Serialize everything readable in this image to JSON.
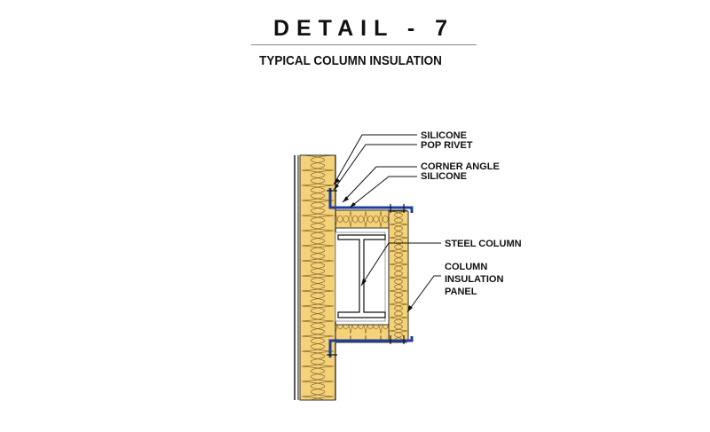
{
  "header": {
    "title": "DETAIL - 7",
    "subtitle": "TYPICAL COLUMN INSULATION"
  },
  "labels": {
    "silicone_top": "SILICONE",
    "pop_rivet": "POP RIVET",
    "corner_angle": "CORNER ANGLE",
    "silicone_bottom": "SILICONE",
    "steel_column": "STEEL COLUMN",
    "column_insulation_panel": [
      "COLUMN",
      "INSULATION",
      "PANEL"
    ]
  },
  "colors": {
    "insulation_fill": "#f4d27a",
    "insulation_stroke": "#8b6a2a",
    "corner_angle_blue": "#1f3f9e",
    "line": "#111111"
  }
}
